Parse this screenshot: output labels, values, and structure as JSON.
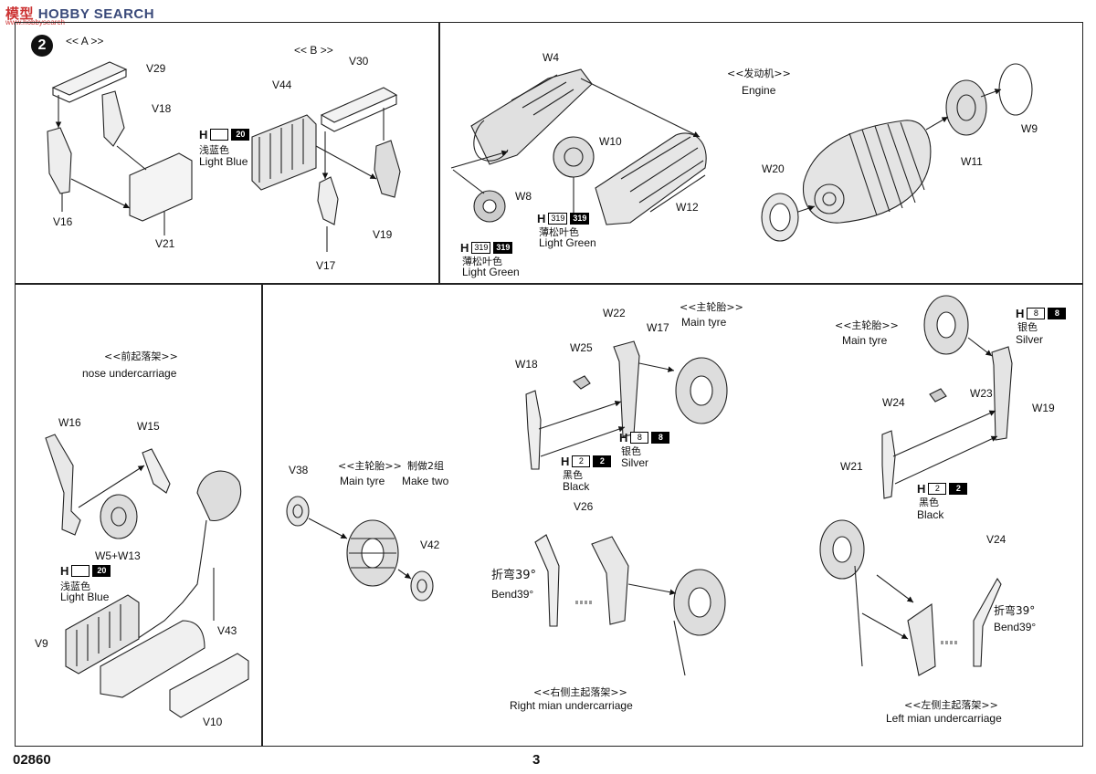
{
  "watermark": {
    "cn": "模型",
    "en": "HOBBY SEARCH",
    "sub": "www.hobbysearch"
  },
  "step_number": "2",
  "product_code": "02860",
  "page_number": "3",
  "panels": {
    "a": {
      "title": "<< A >>",
      "parts": [
        "V29",
        "V18",
        "V16",
        "V21"
      ]
    },
    "b": {
      "title": "<< B >>",
      "parts": [
        "V30",
        "V44",
        "V19",
        "V17"
      ],
      "paint": {
        "h": "H",
        "code_white": "",
        "code_black": "20",
        "cn": "浅蓝色",
        "en": "Light Blue"
      }
    },
    "engine": {
      "title_cn": "<<发动机>>",
      "title_en": "Engine",
      "parts": [
        "W4",
        "W10",
        "W8",
        "W12",
        "W9",
        "W11",
        "W20"
      ],
      "paint1": {
        "h": "H",
        "code_white": "319",
        "code_black": "319",
        "cn": "薄松叶色",
        "en": "Light Green"
      },
      "paint2": {
        "h": "H",
        "code_white": "319",
        "code_black": "319",
        "cn": "薄松叶色",
        "en": "Light Green"
      }
    },
    "nose": {
      "title_cn": "<<前起落架>>",
      "title_en": "nose undercarriage",
      "parts": [
        "W16",
        "W15",
        "W5+W13",
        "V9",
        "V43",
        "V10"
      ],
      "paint": {
        "h": "H",
        "code_white": "",
        "code_black": "20",
        "cn": "浅蓝色",
        "en": "Light Blue"
      }
    },
    "main_tyre_v": {
      "title_cn": "<<主轮胎>>",
      "title_en": "Main tyre",
      "make_cn": "制做2组",
      "make_en": "Make two",
      "parts": [
        "V38",
        "V42"
      ]
    },
    "right_gear": {
      "tyre_title_cn": "<<主轮胎>>",
      "tyre_title_en": "Main tyre",
      "parts": [
        "W22",
        "W17",
        "W25",
        "W18",
        "V26"
      ],
      "paint_black": {
        "h": "H",
        "code_white": "2",
        "code_black": "2",
        "cn": "黑色",
        "en": "Black"
      },
      "paint_silver": {
        "h": "H",
        "code_white": "8",
        "code_black": "8",
        "cn": "银色",
        "en": "Silver"
      },
      "bend_cn": "折弯39°",
      "bend_en": "Bend39°",
      "title_cn": "<<右侧主起落架>>",
      "title_en": "Right mian undercarriage"
    },
    "left_gear": {
      "tyre_title_cn": "<<主轮胎>>",
      "tyre_title_en": "Main tyre",
      "parts": [
        "W24",
        "W23",
        "W19",
        "W21",
        "V24"
      ],
      "paint_black": {
        "h": "H",
        "code_white": "2",
        "code_black": "2",
        "cn": "黑色",
        "en": "Black"
      },
      "paint_silver": {
        "h": "H",
        "code_white": "8",
        "code_black": "8",
        "cn": "银色",
        "en": "Silver"
      },
      "bend_cn": "折弯39°",
      "bend_en": "Bend39°",
      "title_cn": "<<左侧主起落架>>",
      "title_en": "Left mian undercarriage"
    }
  }
}
